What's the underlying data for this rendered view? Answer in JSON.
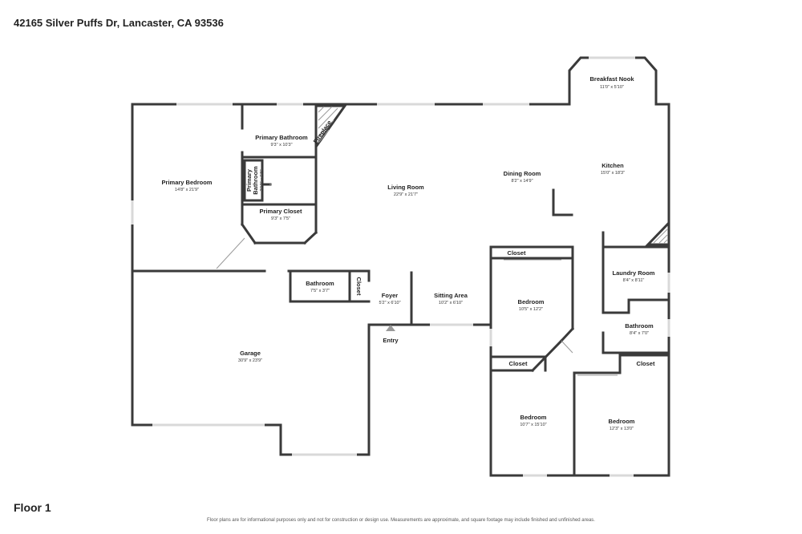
{
  "address": "42165 Silver Puffs Dr, Lancaster, CA 93536",
  "floor_label": "Floor 1",
  "disclaimer": "Floor plans are for informational purposes only and not for construction or design use. Measurements are approximate, and square footage may include finished and unfinished areas.",
  "entry_label": "Entry",
  "fireplace_label": "Fireplace",
  "rooms": {
    "breakfast_nook": {
      "name": "Breakfast Nook",
      "dims": "11'0\" x 5'10\""
    },
    "kitchen": {
      "name": "Kitchen",
      "dims": "15'0\" x 18'3\""
    },
    "dining_room": {
      "name": "Dining Room",
      "dims": "8'2\" x 14'9\""
    },
    "living_room": {
      "name": "Living Room",
      "dims": "22'9\" x 21'7\""
    },
    "primary_bedroom": {
      "name": "Primary Bedroom",
      "dims": "14'8\" x 21'9\""
    },
    "primary_bathroom": {
      "name": "Primary Bathroom",
      "dims": "9'3\" x 10'3\""
    },
    "primary_bathroom_2": {
      "name1": "Primary",
      "name2": "Bathroom",
      "dims": "2'10\" x 5'8\""
    },
    "primary_closet": {
      "name": "Primary Closet",
      "dims": "9'3\" x 7'5\""
    },
    "bathroom_hall": {
      "name": "Bathroom",
      "dims": "7'5\" x 3'7\""
    },
    "closet_hall": {
      "name": "Closet"
    },
    "foyer": {
      "name": "Foyer",
      "dims": "5'2\" x 6'10\""
    },
    "sitting_area": {
      "name": "Sitting Area",
      "dims": "10'2\" x 6'10\""
    },
    "garage": {
      "name": "Garage",
      "dims": "30'9\" x 23'9\""
    },
    "closet_bed1": {
      "name": "Closet"
    },
    "bedroom_1": {
      "name": "Bedroom",
      "dims": "10'5\" x 12'2\""
    },
    "laundry_room": {
      "name": "Laundry Room",
      "dims": "8'4\" x 8'11\""
    },
    "bathroom_2": {
      "name": "Bathroom",
      "dims": "8'4\" x 7'0\""
    },
    "closet_bed2": {
      "name": "Closet"
    },
    "closet_bed3": {
      "name": "Closet"
    },
    "bedroom_2": {
      "name": "Bedroom",
      "dims": "10'7\" x 15'10\""
    },
    "bedroom_3": {
      "name": "Bedroom",
      "dims": "12'3\" x 13'0\""
    }
  }
}
